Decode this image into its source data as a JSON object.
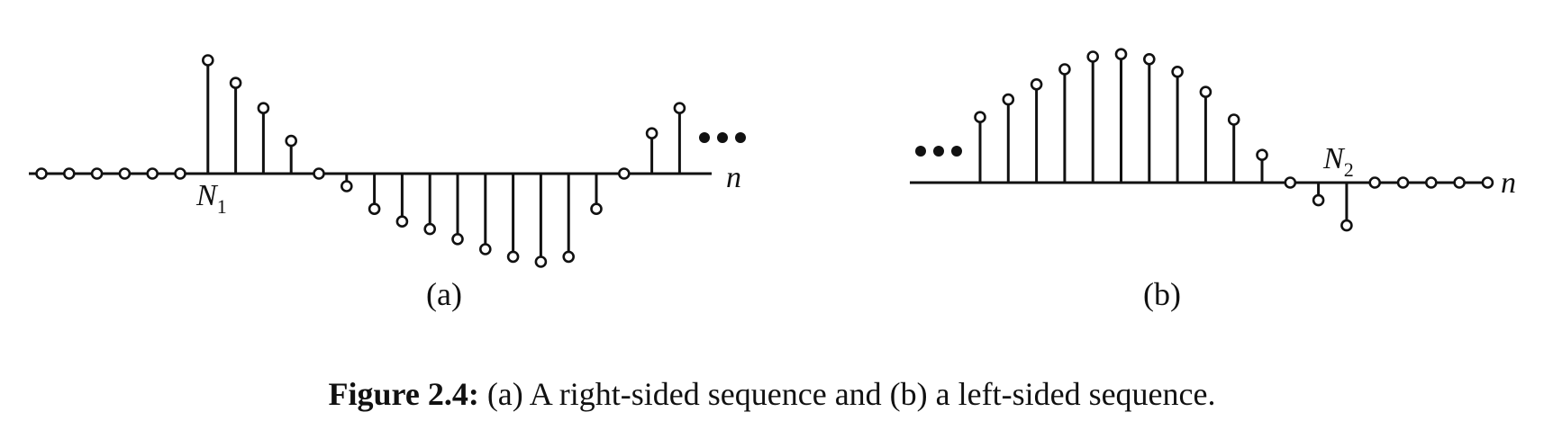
{
  "panel_a": {
    "label": "(a)",
    "axis_label": "n",
    "marker_label": "N",
    "marker_subscript": "1",
    "values": [
      0,
      0,
      0,
      0,
      0,
      0,
      4.5,
      3.6,
      2.6,
      1.3,
      0,
      -0.5,
      -1.4,
      -1.9,
      -2.2,
      -2.6,
      -3.0,
      -3.3,
      -3.5,
      -3.3,
      -1.4,
      0,
      1.6,
      2.6
    ]
  },
  "panel_b": {
    "label": "(b)",
    "axis_label": "n",
    "marker_label": "N",
    "marker_subscript": "2",
    "values": [
      2.6,
      3.3,
      3.9,
      4.5,
      5.0,
      5.1,
      4.9,
      4.4,
      3.6,
      2.5,
      1.1,
      0,
      -0.7,
      -1.7,
      0,
      0,
      0,
      0,
      0
    ]
  },
  "caption": {
    "prefix": "Figure 2.4:",
    "text": " (a) A right-sided sequence and (b) a left-sided sequence."
  },
  "colors": {
    "ink": "#111111",
    "background": "#ffffff"
  }
}
